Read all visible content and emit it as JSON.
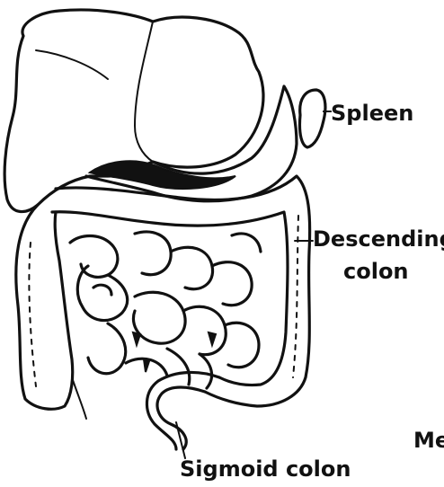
{
  "labels": {
    "spleen": "Spleen",
    "descending_colon_line1": "Descending",
    "descending_colon_line2": "colon",
    "sigmoid_colon": "Sigmoid colon",
    "mesentery_cut": "Me:"
  },
  "colors": {
    "ink": "#111111",
    "background": "#ffffff"
  }
}
